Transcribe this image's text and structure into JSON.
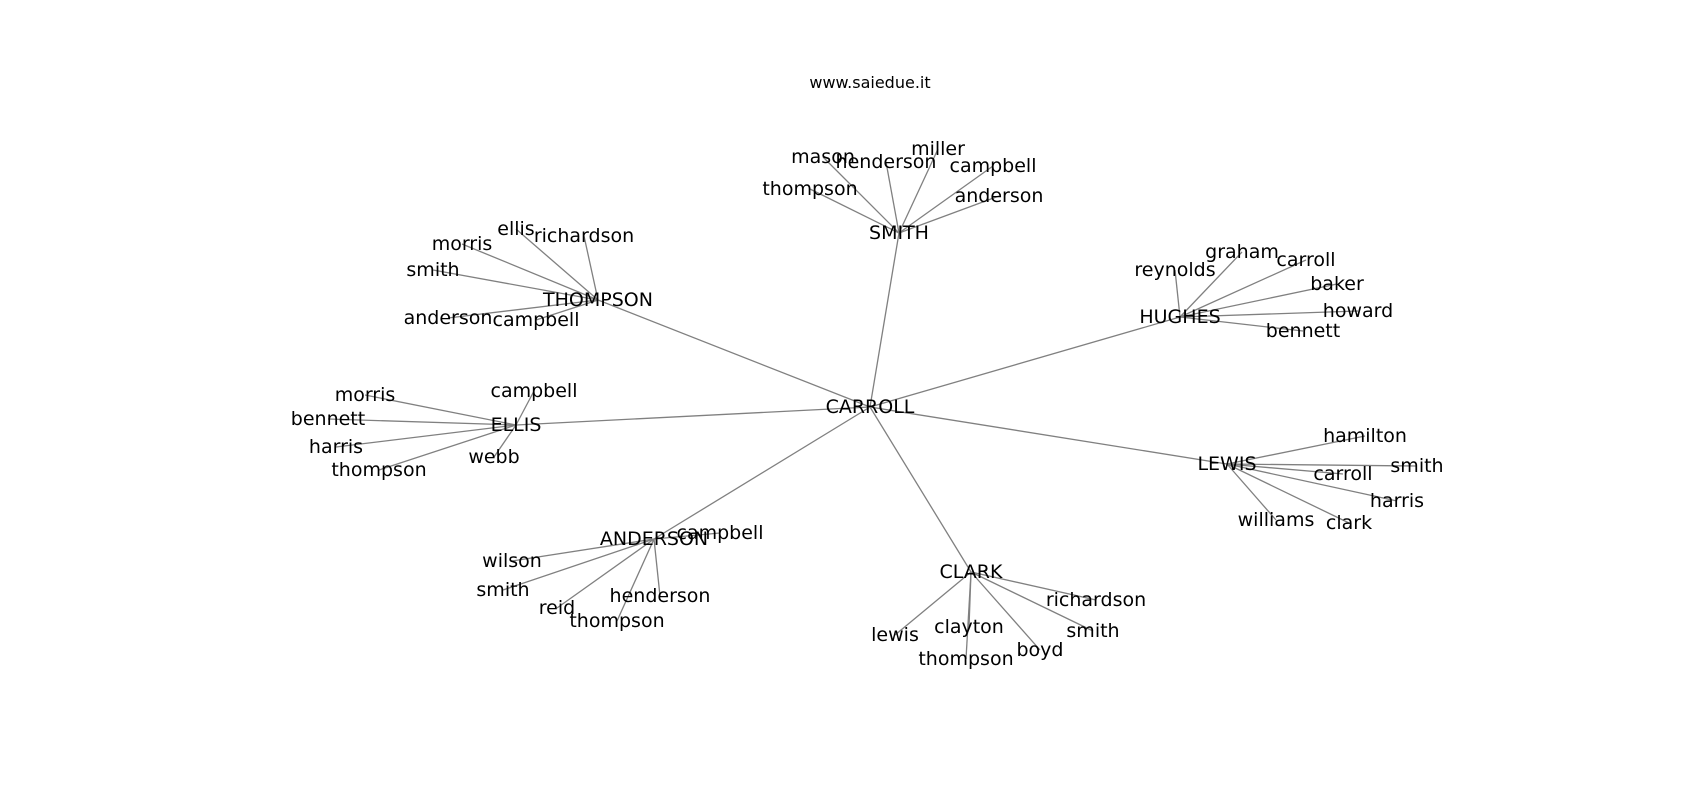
{
  "header": {
    "site": "www.saiedue.it"
  },
  "graph": {
    "root": "CARROLL",
    "hubs": [
      {
        "id": "smith",
        "label": "SMITH",
        "leaves": [
          "mason",
          "henderson",
          "miller",
          "campbell",
          "thompson",
          "anderson"
        ]
      },
      {
        "id": "thompson",
        "label": "THOMPSON",
        "leaves": [
          "ellis",
          "richardson",
          "morris",
          "smith",
          "anderson",
          "campbell"
        ]
      },
      {
        "id": "hughes",
        "label": "HUGHES",
        "leaves": [
          "reynolds",
          "graham",
          "carroll",
          "baker",
          "howard",
          "bennett"
        ]
      },
      {
        "id": "ellis",
        "label": "ELLIS",
        "leaves": [
          "morris",
          "campbell",
          "bennett",
          "harris",
          "thompson",
          "webb"
        ]
      },
      {
        "id": "lewis",
        "label": "LEWIS",
        "leaves": [
          "hamilton",
          "smith",
          "carroll",
          "harris",
          "williams",
          "clark"
        ]
      },
      {
        "id": "anderson",
        "label": "ANDERSON",
        "leaves": [
          "campbell",
          "wilson",
          "smith",
          "henderson",
          "reid",
          "thompson"
        ]
      },
      {
        "id": "clark",
        "label": "CLARK",
        "leaves": [
          "richardson",
          "clayton",
          "smith",
          "lewis",
          "boyd",
          "thompson"
        ]
      }
    ]
  }
}
